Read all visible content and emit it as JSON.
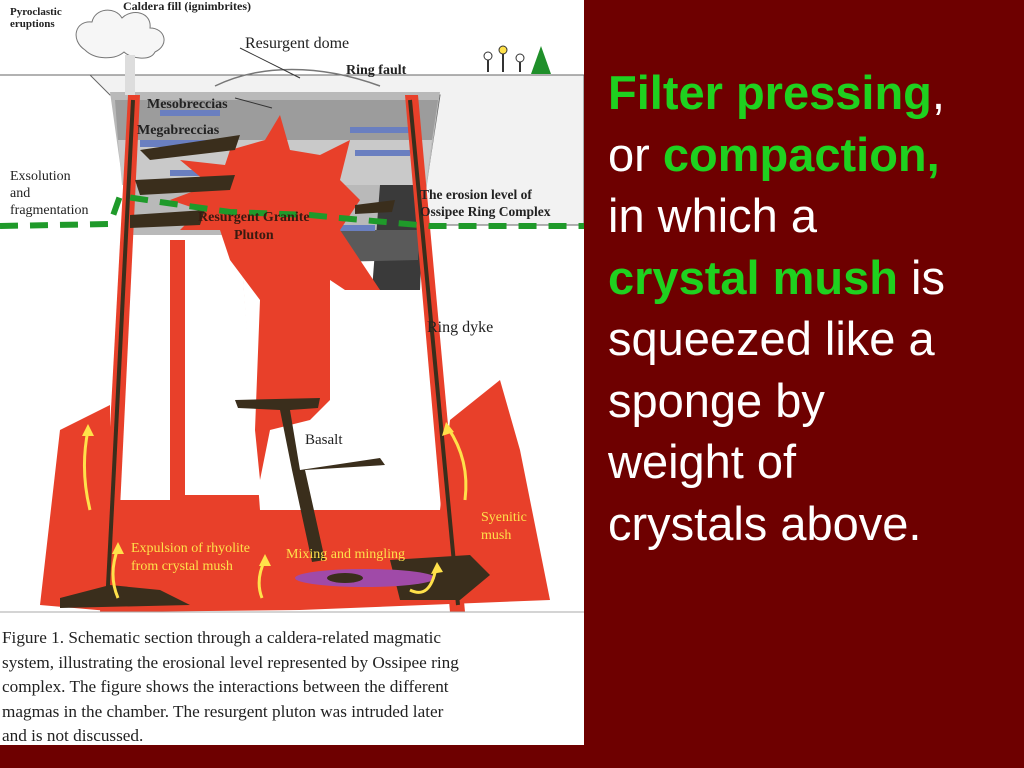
{
  "figure": {
    "labels": {
      "pyroclastic_eruptions": [
        "Pyroclastic",
        "eruptions"
      ],
      "caldera_fill": "Caldera fill (ignimbrites)",
      "resurgent_dome": "Resurgent dome",
      "ring_fault": "Ring fault",
      "mesobreccias": "Mesobreccias",
      "megabreccias": "Megabreccias",
      "exsolution": [
        "Exsolution",
        "and",
        "fragmentation"
      ],
      "erosion_level": [
        "The erosion level of",
        "Ossipee Ring Complex"
      ],
      "resurgent_granite": [
        "Resurgent Granite",
        "Pluton"
      ],
      "ring_dyke": "Ring dyke",
      "basalt": "Basalt",
      "syenitic_mush": [
        "Syenitic",
        "mush"
      ],
      "expulsion": [
        "Expulsion of rhyolite",
        "from crystal mush"
      ],
      "mixing": "Mixing and mingling"
    },
    "caption_lines": [
      "Figure 1. Schematic section through a caldera-related magmatic",
      "system, illustrating the erosional level represented by Ossipee ring",
      "complex. The figure shows the interactions between the  different",
      "magmas in the chamber. The resurgent pluton was intruded later",
      "and is not discussed."
    ]
  },
  "slide_text": {
    "line1_a": "Filter pressing",
    "line1_b": ",",
    "line2_a": "or ",
    "line2_b": "compaction,",
    "line3": "in which a",
    "line4_a": "crystal mush",
    "line4_b": " is",
    "line5": "squeezed like a",
    "line6": "sponge by",
    "line7": "weight of",
    "line8": "crystals above."
  },
  "colors": {
    "background": "#6e0000",
    "highlight": "#1fd11f",
    "text": "#ffffff",
    "magma": "#e8402a",
    "basalt": "#3a2e1c",
    "erosion_line": "#1f9a2a",
    "arrows": "#ffe14a"
  }
}
